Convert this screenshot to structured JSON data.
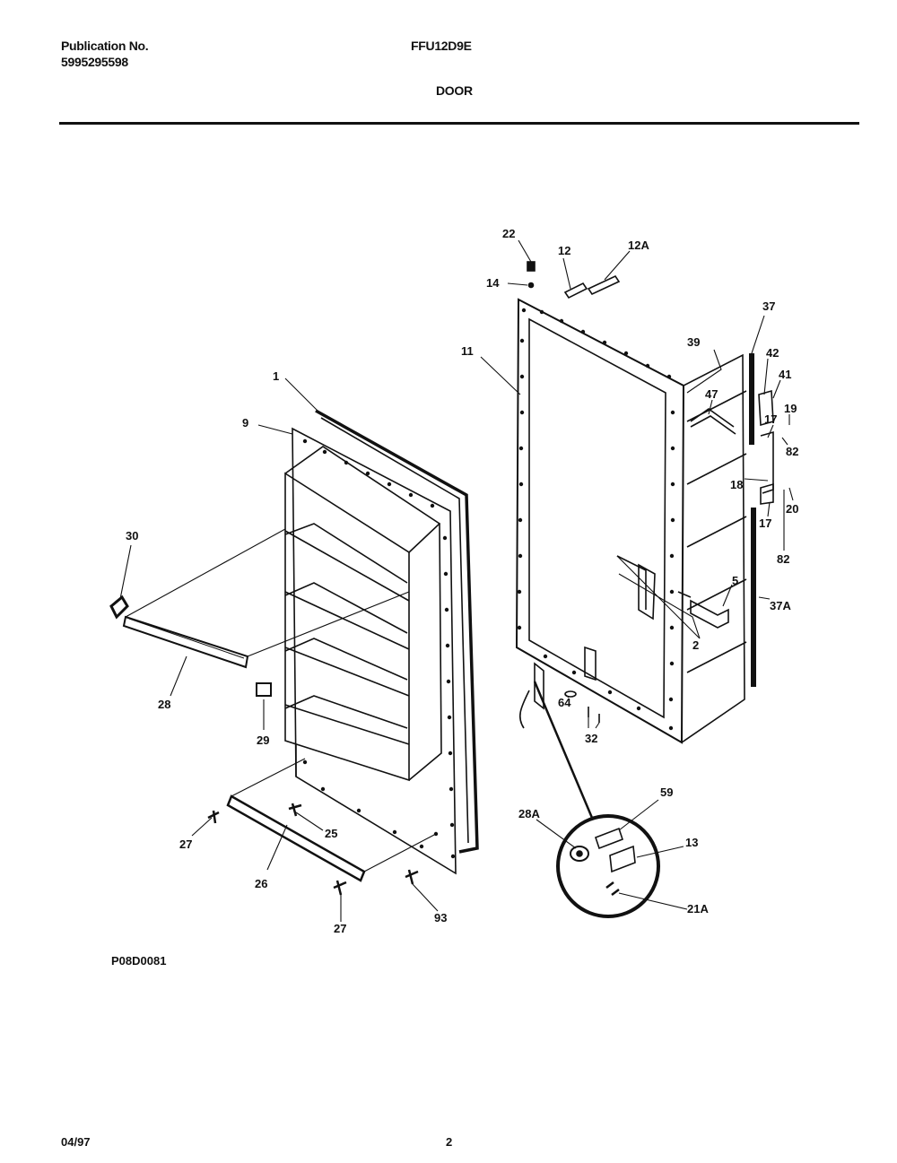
{
  "header": {
    "publication_label": "Publication No.",
    "publication_number": "5995295598",
    "model": "FFU12D9E",
    "section": "DOOR"
  },
  "diagram": {
    "callouts": [
      {
        "id": "c22",
        "label": "22"
      },
      {
        "id": "c12",
        "label": "12"
      },
      {
        "id": "c12a",
        "label": "12A"
      },
      {
        "id": "c14",
        "label": "14"
      },
      {
        "id": "c11",
        "label": "11"
      },
      {
        "id": "c37",
        "label": "37"
      },
      {
        "id": "c39",
        "label": "39"
      },
      {
        "id": "c42",
        "label": "42"
      },
      {
        "id": "c41",
        "label": "41"
      },
      {
        "id": "c47",
        "label": "47"
      },
      {
        "id": "c19",
        "label": "19"
      },
      {
        "id": "c17a",
        "label": "17"
      },
      {
        "id": "c82a",
        "label": "82"
      },
      {
        "id": "c18",
        "label": "18"
      },
      {
        "id": "c20",
        "label": "20"
      },
      {
        "id": "c17b",
        "label": "17"
      },
      {
        "id": "c82b",
        "label": "82"
      },
      {
        "id": "c5",
        "label": "5"
      },
      {
        "id": "c37a",
        "label": "37A"
      },
      {
        "id": "c2",
        "label": "2"
      },
      {
        "id": "c1",
        "label": "1"
      },
      {
        "id": "c9",
        "label": "9"
      },
      {
        "id": "c30",
        "label": "30"
      },
      {
        "id": "c28",
        "label": "28"
      },
      {
        "id": "c29",
        "label": "29"
      },
      {
        "id": "c64",
        "label": "64"
      },
      {
        "id": "c32",
        "label": "32"
      },
      {
        "id": "c59",
        "label": "59"
      },
      {
        "id": "c28a",
        "label": "28A"
      },
      {
        "id": "c13",
        "label": "13"
      },
      {
        "id": "c21a",
        "label": "21A"
      },
      {
        "id": "c27a",
        "label": "27"
      },
      {
        "id": "c25",
        "label": "25"
      },
      {
        "id": "c26",
        "label": "26"
      },
      {
        "id": "c27b",
        "label": "27"
      },
      {
        "id": "c93",
        "label": "93"
      }
    ]
  },
  "footer": {
    "drawing_code": "P08D0081",
    "date": "04/97",
    "page": "2"
  },
  "colors": {
    "ink": "#111111",
    "paper": "#ffffff"
  }
}
